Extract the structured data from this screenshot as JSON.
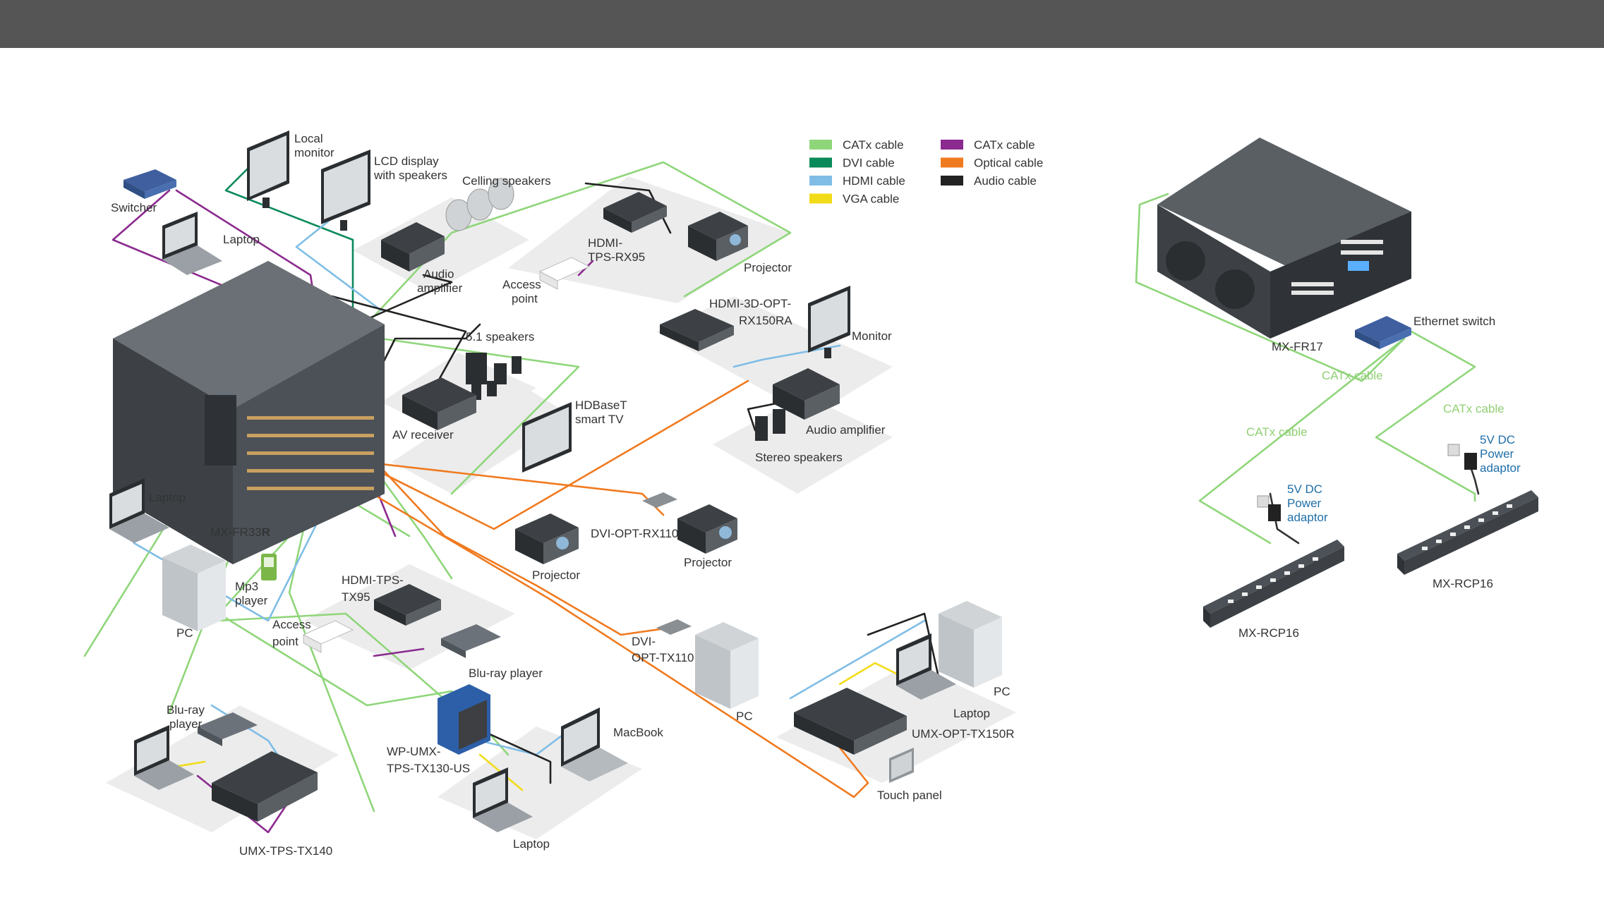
{
  "legend": [
    {
      "label": "CATx cable",
      "color": "#8fd67a"
    },
    {
      "label": "DVI cable",
      "color": "#0a8a5a"
    },
    {
      "label": "HDMI cable",
      "color": "#7fbde6"
    },
    {
      "label": "VGA cable",
      "color": "#f2dc1a"
    },
    {
      "label": "CATx cable",
      "color": "#8b2a8f"
    },
    {
      "label": "Optical cable",
      "color": "#f07a1f"
    },
    {
      "label": "Audio cable",
      "color": "#222222"
    }
  ],
  "labels": {
    "switcher": "Switcher",
    "local_monitor_1": "Local",
    "local_monitor_2": "monitor",
    "lcd_1": "LCD display",
    "lcd_2": "with speakers",
    "ceiling_speakers": "Celling speakers",
    "laptop_top": "Laptop",
    "audio_amp_1": "Audio",
    "audio_amp_2": "amplifier",
    "access_point_top_1": "Access",
    "access_point_top_2": "point",
    "hdmi_tps_rx95_1": "HDMI-",
    "hdmi_tps_rx95_2": "TPS-RX95",
    "projector_top": "Projector",
    "hdmi_3d_opt_1": "HDMI-3D-OPT-",
    "hdmi_3d_opt_2": "RX150RA",
    "monitor": "Monitor",
    "speakers_51": "5.1 speakers",
    "audio_amp_right": "Audio amplifier",
    "stereo_speakers": "Stereo speakers",
    "av_receiver": "AV receiver",
    "hdbaset_1": "HDBaseT",
    "hdbaset_2": "smart TV",
    "laptop_left": "Laptop",
    "mx_fr33r": "MX-FR33",
    "mx_fr33r_suffix": "R",
    "dvi_opt_rx110": "DVI-OPT-RX110",
    "projector_mid": "Projector",
    "projector_right": "Projector",
    "mp3_1": "Mp3",
    "mp3_2": "player",
    "pc_left": "PC",
    "hdmi_tps_tx95_1": "HDMI-TPS-",
    "hdmi_tps_tx95_2": "TX95",
    "access_point_bottom_1": "Access",
    "access_point_bottom_2": "point",
    "bluray_mid": "Blu-ray player",
    "dvi_opt_tx110_1": "DVI-",
    "dvi_opt_tx110_2": "OPT-TX110",
    "pc_mid": "PC",
    "pc_right": "PC",
    "laptop_right": "Laptop",
    "umx_opt_tx150r": "UMX-OPT-TX150R",
    "touch_panel": "Touch panel",
    "bluray_left_1": "Blu-ray",
    "bluray_left_2": "player",
    "wp_umx_1": "WP-UMX-",
    "wp_umx_2": "TPS-TX130-US",
    "macbook": "MacBook",
    "laptop_bottom": "Laptop",
    "umx_tps_tx140": "UMX-TPS-TX140",
    "mx_fr17": "MX-FR17",
    "ethernet_switch": "Ethernet switch",
    "catx_1": "CATx cable",
    "catx_2": "CATx cable",
    "catx_3": "CATx cable",
    "psu_left_1": "5V DC",
    "psu_left_2": "Power",
    "psu_left_3": "adaptor",
    "psu_right_1": "5V DC",
    "psu_right_2": "Power",
    "psu_right_3": "adaptor",
    "mx_rcp16_left": "MX-RCP16",
    "mx_rcp16_right": "MX-RCP16"
  }
}
